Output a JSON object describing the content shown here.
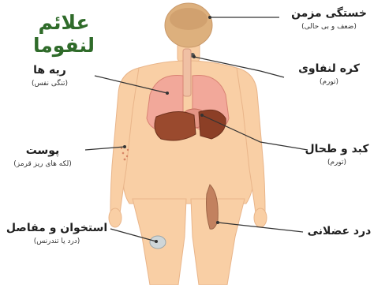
{
  "title": "علائم لنفوما",
  "labels": {
    "fatigue": {
      "main": "خستگی مزمن",
      "sub": "(ضعف و بی حالی)"
    },
    "lymph_node": {
      "main": "کره لنفاوی",
      "sub": "(تورم)"
    },
    "lungs": {
      "main": "ریه ها",
      "sub": "(تنگی نفس)"
    },
    "liver_spleen": {
      "main": "کبد و طحال",
      "sub": "(تورم)"
    },
    "skin": {
      "main": "پوست",
      "sub": "(لکه های ریز قرمز)"
    },
    "muscle_pain": {
      "main": "درد عضلانی",
      "sub": ""
    },
    "bones_joints": {
      "main": "استخوان و مفاصل",
      "sub": "(درد یا تندرنس)"
    }
  },
  "colors": {
    "skin": "#f9cfa5",
    "head": "#ddb07d",
    "lung": "#f2a89a",
    "liver": "#9a4a2e",
    "title": "#2f6b2a",
    "pointer": "#333333"
  }
}
